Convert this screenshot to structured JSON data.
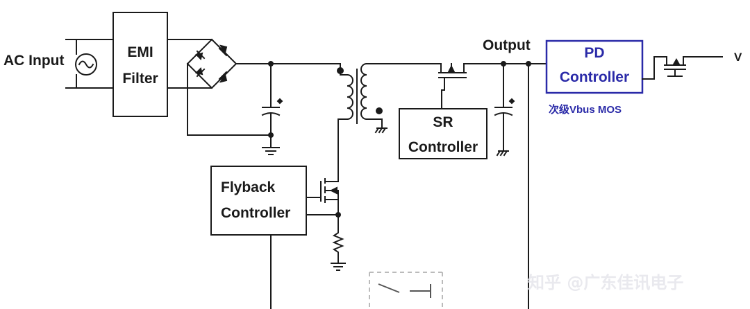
{
  "labels": {
    "ac_input": "AC Input",
    "emi_filter_line1": "EMI",
    "emi_filter_line2": "Filter",
    "output": "Output",
    "pd_controller_line1": "PD",
    "pd_controller_line2": "Controller",
    "secondary_vbus_mos": "次级Vbus MOS",
    "sr_controller_line1": "SR",
    "sr_controller_line2": "Controller",
    "flyback_controller_line1": "Flyback",
    "flyback_controller_line2": "Controller",
    "vbus_terminal": "V"
  },
  "watermark": "知乎 @广东佳讯电子",
  "colors": {
    "line": "#1a1a1a",
    "pd_accent": "#2a2aa8",
    "background": "#ffffff",
    "dashed_box": "#bbbbbb"
  }
}
